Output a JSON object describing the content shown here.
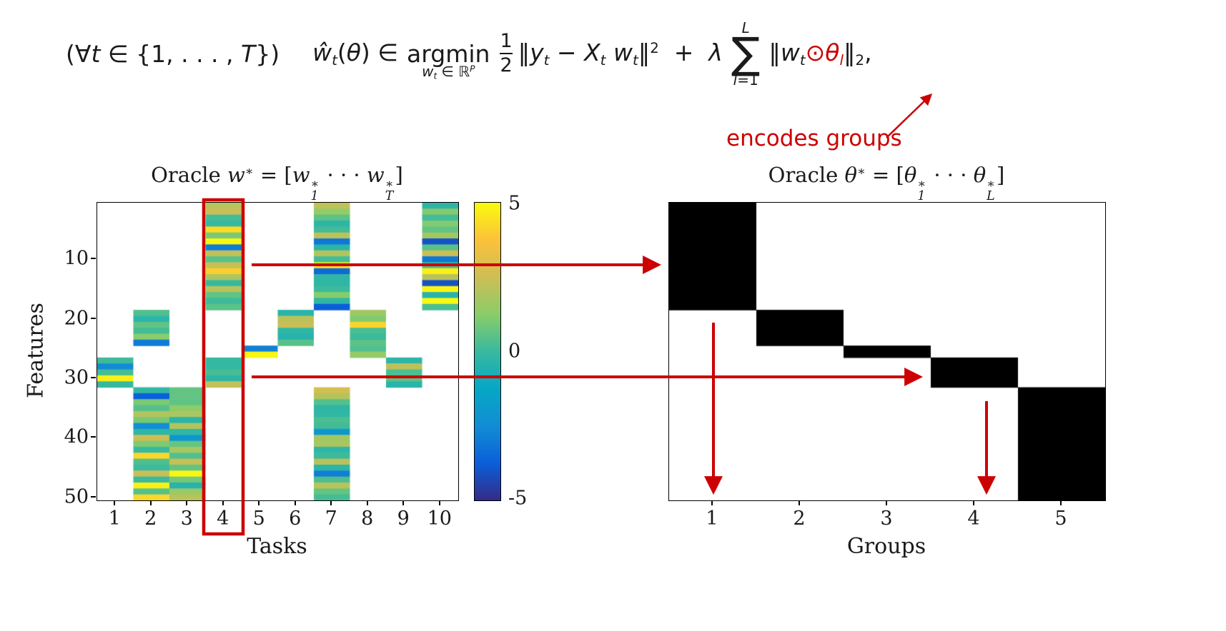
{
  "annotation": {
    "encodes_groups": "encodes groups",
    "accent_color": "#cc0000"
  },
  "formula": {
    "plain": "(∀t ∈ {1, . . . , T})   ŵt(θ) ∈ argmin_{wt∈ℝ^P} 1/2 ‖yt − Xt wt‖² + λ Σ_{l=1}^{L} ‖wt⊙θl‖₂,",
    "quantifier": [
      [
        "t",
        "(∀"
      ],
      [
        "i",
        "t"
      ],
      [
        "t",
        " ∈ {1, . . . , "
      ],
      [
        "i",
        "T"
      ],
      [
        "t",
        "})"
      ]
    ],
    "lhs": [
      [
        "i",
        "ŵ"
      ],
      [
        "sub",
        "t"
      ],
      [
        "t",
        "("
      ],
      [
        "i",
        "θ"
      ],
      [
        "t",
        ") ∈"
      ]
    ],
    "argmin": "argmin",
    "argmin_sub": [
      [
        "i",
        "w"
      ],
      [
        "sub",
        "t"
      ],
      [
        "t",
        " ∈ ℝ"
      ],
      [
        "supi",
        "P"
      ]
    ],
    "frac_num": "1",
    "frac_den": "2",
    "mid": [
      [
        "t",
        "‖"
      ],
      [
        "i",
        "y"
      ],
      [
        "sub",
        "t"
      ],
      [
        "t",
        " − "
      ],
      [
        "i",
        "X"
      ],
      [
        "sub",
        "t"
      ],
      [
        "t",
        " "
      ],
      [
        "i",
        "w"
      ],
      [
        "sub",
        "t"
      ],
      [
        "t",
        "‖"
      ],
      [
        "sup",
        "2"
      ],
      [
        "t",
        "  +  "
      ],
      [
        "i",
        "λ"
      ]
    ],
    "sigma": "∑",
    "sum_upper": [
      [
        "i",
        "L"
      ]
    ],
    "sum_lower": [
      [
        "i",
        "l"
      ],
      [
        "t",
        "=1"
      ]
    ],
    "tail": [
      [
        "t",
        "‖"
      ],
      [
        "i",
        "w"
      ],
      [
        "sub",
        "t"
      ],
      [
        "r",
        "⊙"
      ],
      [
        "ri",
        "θ"
      ],
      [
        "rsub",
        "l"
      ],
      [
        "t",
        "‖"
      ],
      [
        "subr",
        "2"
      ],
      [
        "t",
        ","
      ]
    ]
  },
  "chart_data": [
    {
      "type": "heatmap",
      "title": "Oracle w* = [w1* · · · wT*]",
      "title_rich": [
        [
          "t",
          "Oracle "
        ],
        [
          "i",
          "w"
        ],
        [
          "sup",
          "∗"
        ],
        [
          "t",
          " = ["
        ],
        [
          "i",
          "w"
        ],
        [
          "ss",
          "∗",
          "1"
        ],
        [
          "t",
          " · · · "
        ],
        [
          "i",
          "w"
        ],
        [
          "ss",
          "∗",
          "T"
        ],
        [
          "t",
          "]"
        ]
      ],
      "xlabel": "Tasks",
      "ylabel": "Features",
      "x_ticks": [
        "1",
        "2",
        "3",
        "4",
        "5",
        "6",
        "7",
        "8",
        "9",
        "10"
      ],
      "y_ticks": [
        "10",
        "20",
        "30",
        "40",
        "50"
      ],
      "n_rows": 50,
      "n_cols": 10,
      "value_range": [
        -5,
        5
      ],
      "colorbar_ticks": [
        "5",
        "0",
        "-5"
      ],
      "colormap": "parula",
      "colormap_stops": [
        "#352a87",
        "#0b5fd9",
        "#128dd4",
        "#06a7c6",
        "#38b99e",
        "#8acd6a",
        "#cdbe55",
        "#fbc13a",
        "#f9fb0e"
      ],
      "support_blocks": {
        "1": [
          [
            27,
            31
          ]
        ],
        "2": [
          [
            19,
            24
          ],
          [
            32,
            50
          ]
        ],
        "3": [
          [
            32,
            50
          ]
        ],
        "4": [
          [
            1,
            18
          ],
          [
            27,
            31
          ]
        ],
        "5": [
          [
            25,
            26
          ]
        ],
        "6": [
          [
            19,
            24
          ]
        ],
        "7": [
          [
            1,
            18
          ],
          [
            32,
            50
          ]
        ],
        "8": [
          [
            19,
            26
          ]
        ],
        "9": [
          [
            27,
            31
          ]
        ],
        "10": [
          [
            1,
            18
          ]
        ]
      },
      "highlighted_task": 4,
      "cells_note": "nonzero weights inside support blocks; individual stripe values random in [-5,5], mostly teal/green with sparse yellow and blue"
    },
    {
      "type": "heatmap",
      "title": "Oracle θ* = [θ1* · · · θL*]",
      "title_rich": [
        [
          "t",
          "Oracle "
        ],
        [
          "i",
          "θ"
        ],
        [
          "sup",
          "∗"
        ],
        [
          "t",
          " = ["
        ],
        [
          "i",
          "θ"
        ],
        [
          "ss",
          "∗",
          "1"
        ],
        [
          "t",
          " · · · "
        ],
        [
          "i",
          "θ"
        ],
        [
          "ss",
          "∗",
          "L"
        ],
        [
          "t",
          "]"
        ]
      ],
      "xlabel": "Groups",
      "x_ticks": [
        "1",
        "2",
        "3",
        "4",
        "5"
      ],
      "n_rows": 50,
      "n_cols": 5,
      "cell_colors": {
        "active": "#000000",
        "inactive": "#ffffff"
      },
      "group_feature_ranges": {
        "1": [
          1,
          18
        ],
        "2": [
          19,
          24
        ],
        "3": [
          25,
          26
        ],
        "4": [
          27,
          31
        ],
        "5": [
          32,
          50
        ]
      }
    }
  ]
}
